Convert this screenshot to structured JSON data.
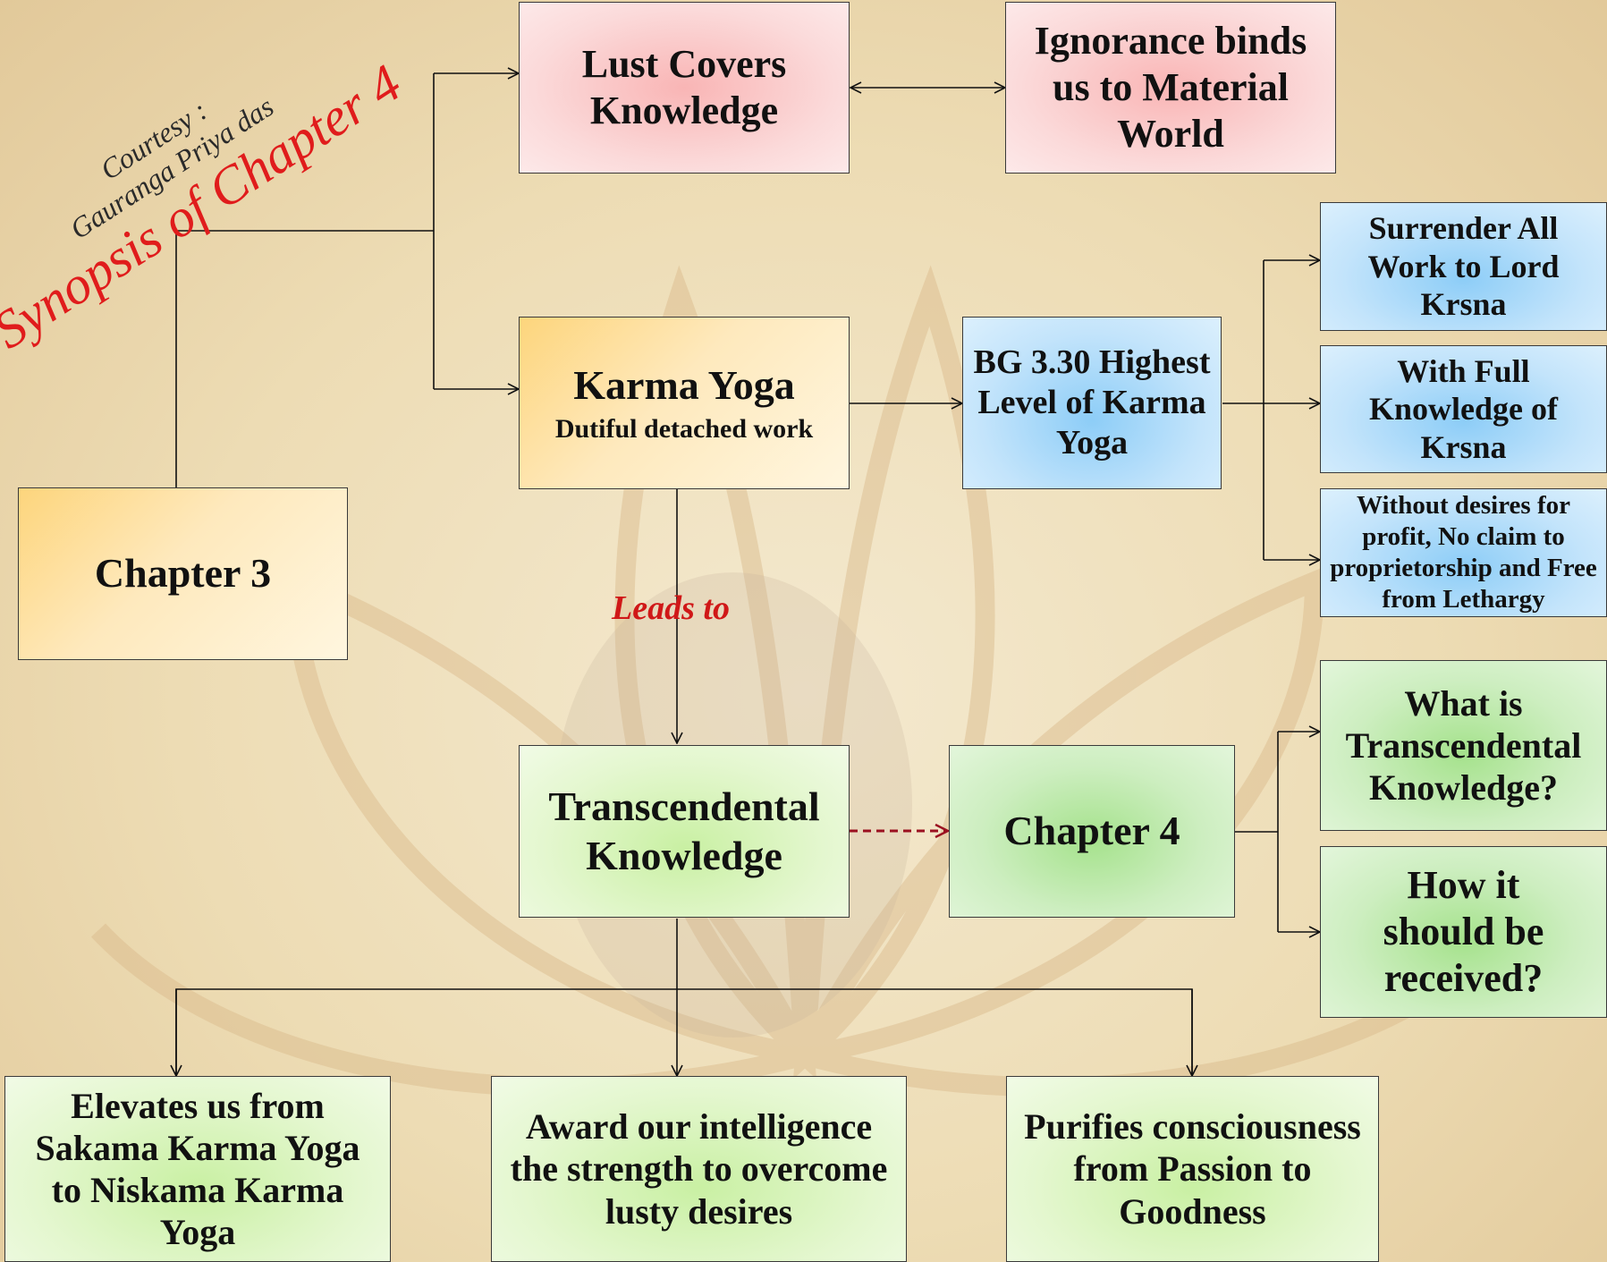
{
  "watermark": {
    "courtesy": "Courtesy :",
    "name": "Gauranga Priya das",
    "title": "Synopsis of Chapter 4"
  },
  "nodes": {
    "lust": "Lust Covers Knowledge",
    "ignorance": "Ignorance binds us to Material World",
    "karma_title": "Karma Yoga",
    "karma_sub": "Dutiful detached work",
    "bg330": "BG 3.30 Highest Level of Karma Yoga",
    "surrender": "Surrender All Work to Lord Krsna",
    "full_knowledge": "With Full Knowledge of Krsna",
    "without_desires": "Without desires for profit, No claim to proprietorship and Free from Lethargy",
    "chapter3": "Chapter 3",
    "leads_to": "Leads to",
    "transcendental": "Transcendental Knowledge",
    "chapter4": "Chapter 4",
    "what_is": "What is Transcendental Knowledge?",
    "how_received": "How it should be received?",
    "elevates": "Elevates us from Sakama Karma Yoga to Niskama Karma Yoga",
    "award": "Award our intelligence the strength to overcome lusty desires",
    "purifies": "Purifies consciousness from Passion to Goodness"
  },
  "colors": {
    "pink_fill": "#fbdada",
    "orange_fill": "#fee9bd",
    "blue_fill": "#c3e4fb",
    "green_fill": "#e4f7cf",
    "leads_to": "#d01818",
    "dashed_arrow": "#9b1020",
    "watermark_title": "#e01c1c"
  }
}
